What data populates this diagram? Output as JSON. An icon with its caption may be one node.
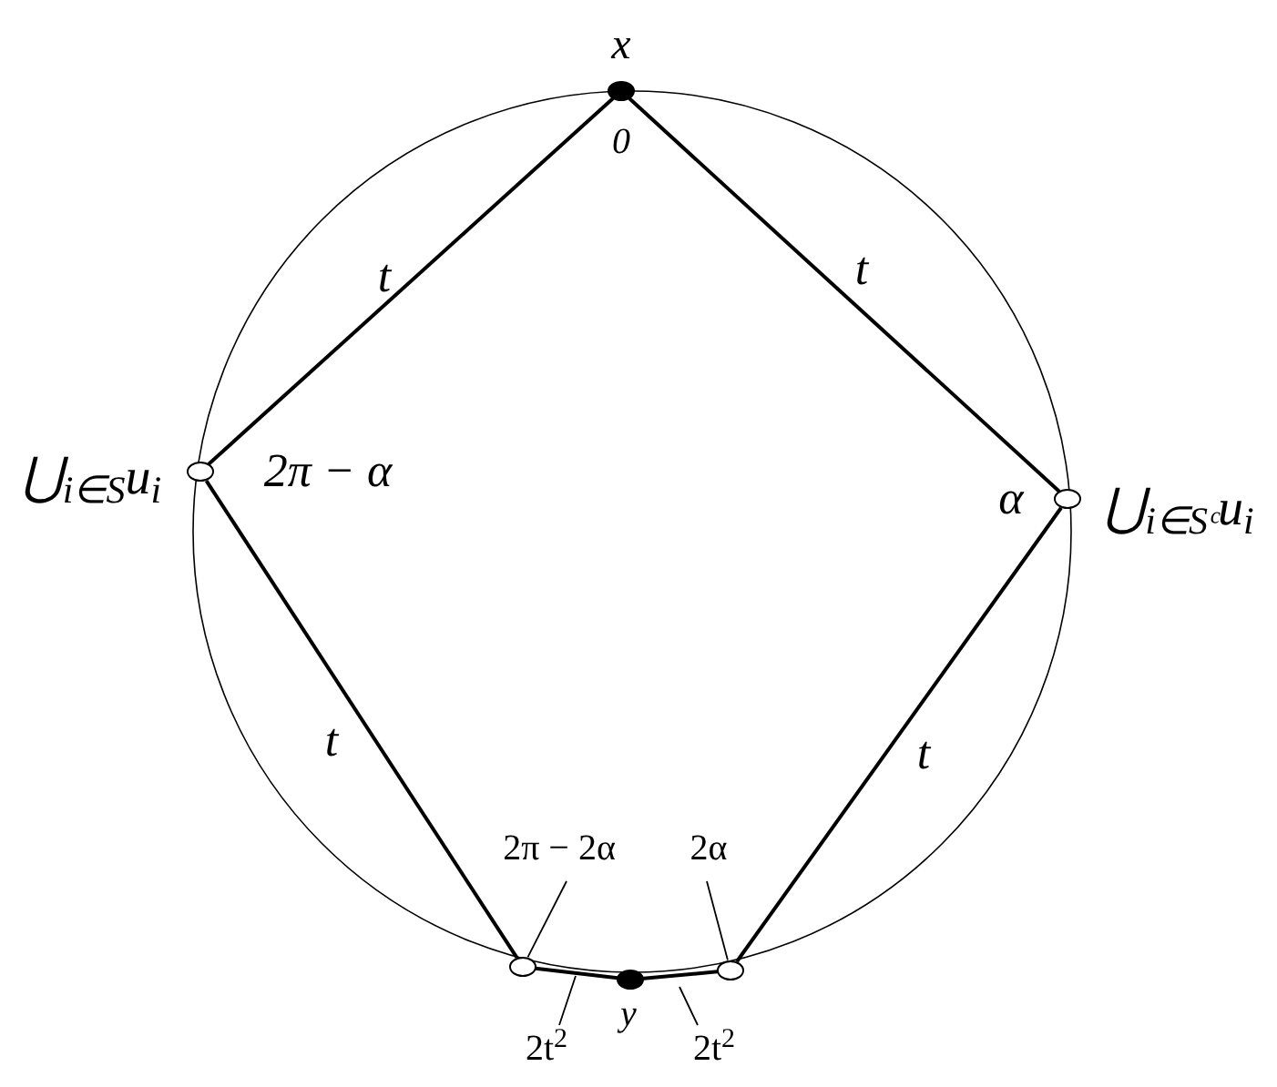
{
  "diagram": {
    "nodes": [
      {
        "text": [],
        "shape": "circle",
        "beside": [
          "x",
          "0"
        ]
      },
      {
        "text": [],
        "shape": "circle",
        "beside": [
          "⋃$_{i∈S}$u$_{i}$",
          "2π − α"
        ]
      },
      {
        "text": [],
        "shape": "circle",
        "beside": [
          "α",
          "⋃$_{i∈Sᶜ}$u$_{i}$"
        ]
      },
      {
        "text": [],
        "shape": "circle"
      },
      {
        "text": [],
        "shape": "circle",
        "beside": [
          "y"
        ]
      },
      {
        "text": [],
        "shape": "circle"
      },
      {
        "text": [
          "2π − 2α"
        ]
      },
      {
        "text": [
          "2α"
        ]
      },
      {
        "text": [
          "2t$^{2}$"
        ]
      },
      {
        "text": [
          "2t$^{2}$"
        ]
      }
    ],
    "edges": [
      {
        "from": 0,
        "to": 1,
        "arrow": "none",
        "label": "t"
      },
      {
        "from": 0,
        "to": 2,
        "arrow": "none",
        "label": "t"
      },
      {
        "from": 1,
        "to": 3,
        "arrow": "none",
        "label": "t"
      },
      {
        "from": 2,
        "to": 5,
        "arrow": "none",
        "label": "t"
      },
      {
        "from": 3,
        "to": 4,
        "arrow": "none"
      },
      {
        "from": 4,
        "to": 5,
        "arrow": "none"
      },
      {
        "from": 6,
        "to": 3,
        "arrow": "none"
      },
      {
        "from": 7,
        "to": 5,
        "arrow": "none"
      },
      {
        "from": 8,
        "to": null,
        "arrow": "none"
      },
      {
        "from": 9,
        "to": null,
        "arrow": "none"
      }
    ]
  }
}
